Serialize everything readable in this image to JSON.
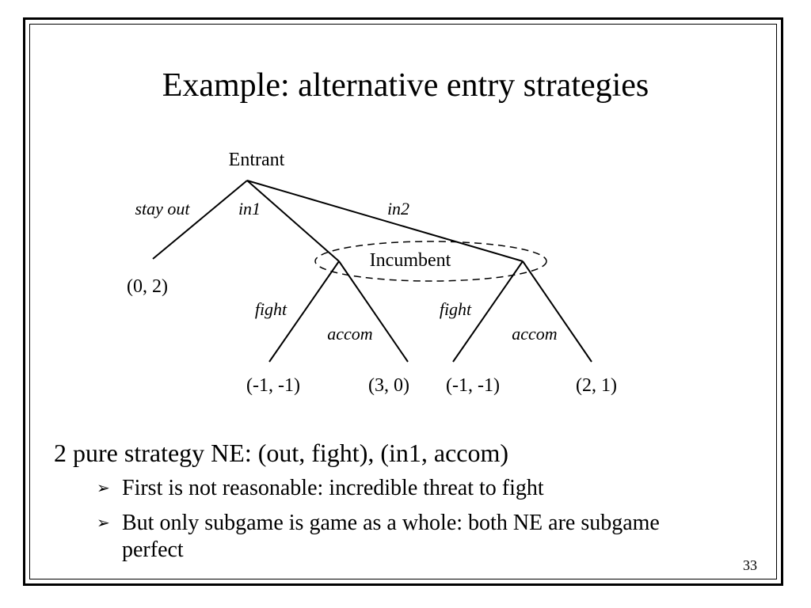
{
  "slide": {
    "title": "Example: alternative entry strategies",
    "page_number": "33"
  },
  "game_tree": {
    "nodes": {
      "entrant": "Entrant",
      "incumbent": "Incumbent"
    },
    "edges": {
      "stay_out": "stay out",
      "in1": "in1",
      "in2": "in2",
      "fight_left": "fight",
      "accom_left": "accom",
      "fight_right": "fight",
      "accom_right": "accom"
    },
    "payoffs": {
      "stay_out": "(0, 2)",
      "in1_fight": "(-1, -1)",
      "in1_accom": "(3, 0)",
      "in2_fight": "(-1, -1)",
      "in2_accom": "(2, 1)"
    }
  },
  "body": {
    "headline": "2 pure strategy NE: (out, fight), (in1, accom)",
    "bullets": [
      "First is not reasonable: incredible threat to fight",
      "But only subgame is game as a whole: both NE are subgame perfect"
    ],
    "bullet_marker": "➢"
  }
}
